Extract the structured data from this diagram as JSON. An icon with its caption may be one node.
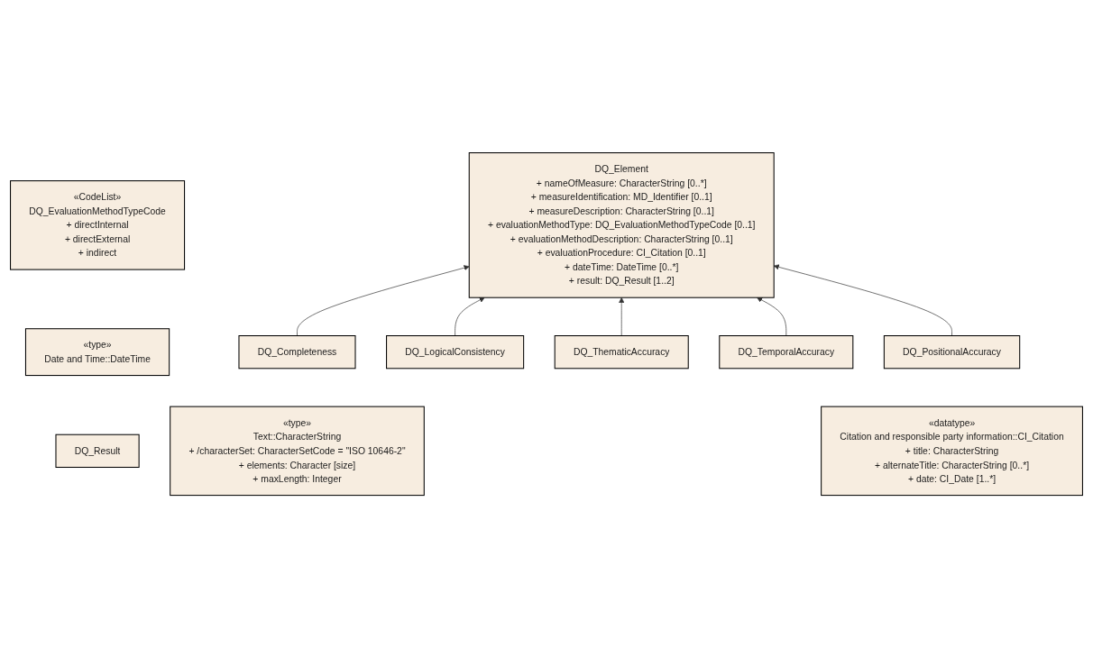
{
  "diagram": {
    "nodes": [
      {
        "text": [
          "DQ_Element",
          "+ nameOfMeasure: CharacterString [0..*]",
          "+ measureIdentification: MD_Identifier [0..1]",
          "+ measureDescription: CharacterString [0..1]",
          "+ evaluationMethodType: DQ_EvaluationMethodTypeCode [0..1]",
          "+ evaluationMethodDescription: CharacterString [0..1]",
          "+ evaluationProcedure: CI_Citation [0..1]",
          "+ dateTime: DateTime [0..*]",
          "+ result: DQ_Result [1..2]"
        ]
      },
      {
        "text": [
          "«CodeList»",
          "DQ_EvaluationMethodTypeCode",
          "+ directInternal",
          "+ directExternal",
          "+ indirect"
        ]
      },
      {
        "text": [
          "«type»",
          "Date and Time::DateTime"
        ]
      },
      {
        "text": [
          "DQ_Result"
        ]
      },
      {
        "text": [
          "DQ_LogicalConsistency"
        ]
      },
      {
        "text": [
          "DQ_TemporalAccuracy"
        ]
      },
      {
        "text": [
          "DQ_Completeness"
        ]
      },
      {
        "text": [
          "DQ_ThematicAccuracy"
        ]
      },
      {
        "text": [
          "DQ_PositionalAccuracy"
        ]
      },
      {
        "text": [
          "«type»",
          "Text::CharacterString",
          "+ /characterSet: CharacterSetCode = \"ISO 10646-2\"",
          "+ elements: Character [size]",
          "+ maxLength: Integer"
        ]
      },
      {
        "text": [
          "«datatype»",
          "Citation and responsible party information::CI_Citation",
          "+ title: CharacterString",
          "+ alternateTitle: CharacterString [0..*]",
          "+ date: CI_Date [1..*]"
        ]
      }
    ],
    "edges": [
      {
        "from": 6,
        "to": 0,
        "arrow": "to"
      },
      {
        "from": 4,
        "to": 0,
        "arrow": "to"
      },
      {
        "from": 7,
        "to": 0,
        "arrow": "to"
      },
      {
        "from": 5,
        "to": 0,
        "arrow": "to"
      },
      {
        "from": 8,
        "to": 0,
        "arrow": "to"
      }
    ]
  }
}
